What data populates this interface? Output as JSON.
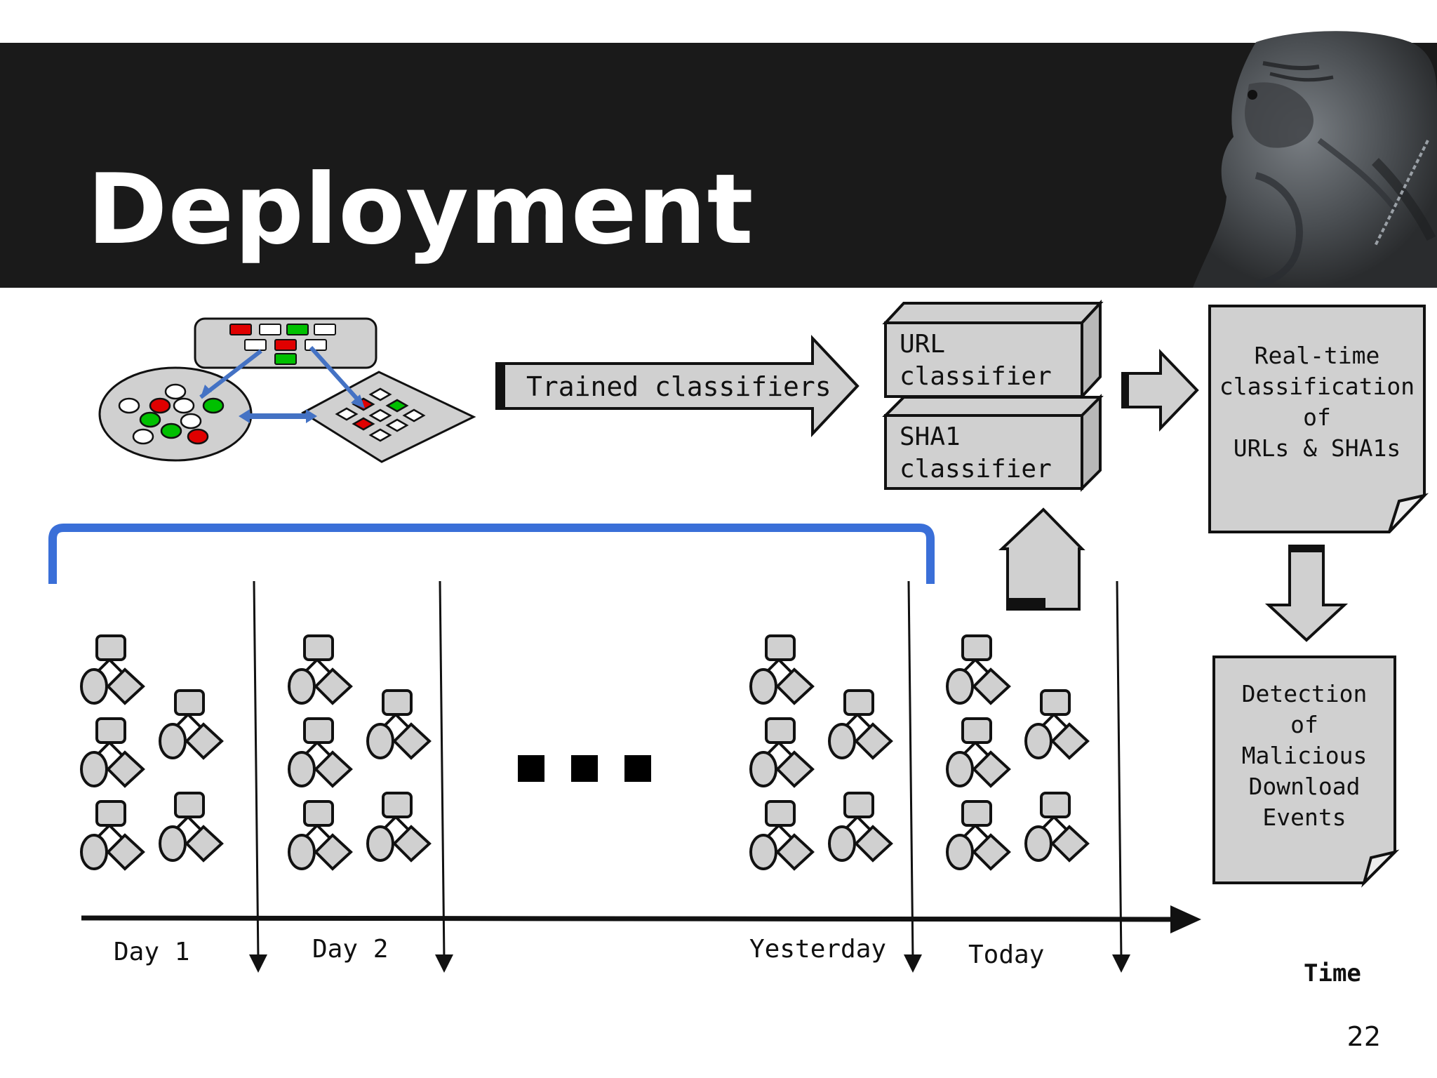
{
  "slide": {
    "title": "Deployment",
    "page_number": "22"
  },
  "pipeline": {
    "trained_classifiers_label": "Trained classifiers",
    "url_classifier": [
      "URL",
      "classifier"
    ],
    "sha1_classifier": [
      "SHA1",
      "classifier"
    ],
    "realtime_doc": [
      "Real-time",
      "classification",
      "of",
      "URLs & SHA1s"
    ],
    "detection_doc": [
      "Detection",
      "of",
      "Malicious",
      "Download",
      "Events"
    ]
  },
  "timeline": {
    "days": [
      "Day 1",
      "Day 2",
      "Yesterday",
      "Today"
    ],
    "ellipsis_marks": 3,
    "axis_label": "Time"
  },
  "colors": {
    "header_bg": "#1a1a1a",
    "box_fill": "#d0d0d0",
    "stroke": "#111111",
    "bracket_blue": "#3a6fd8",
    "link_blue": "#4472c4",
    "red": "#e00000",
    "green": "#00c000"
  },
  "icons": {
    "dog_photo": "mastiff-dog-photo",
    "dataset_diagram": "database-graph-icon",
    "download_graph": "download-graph-icon"
  }
}
